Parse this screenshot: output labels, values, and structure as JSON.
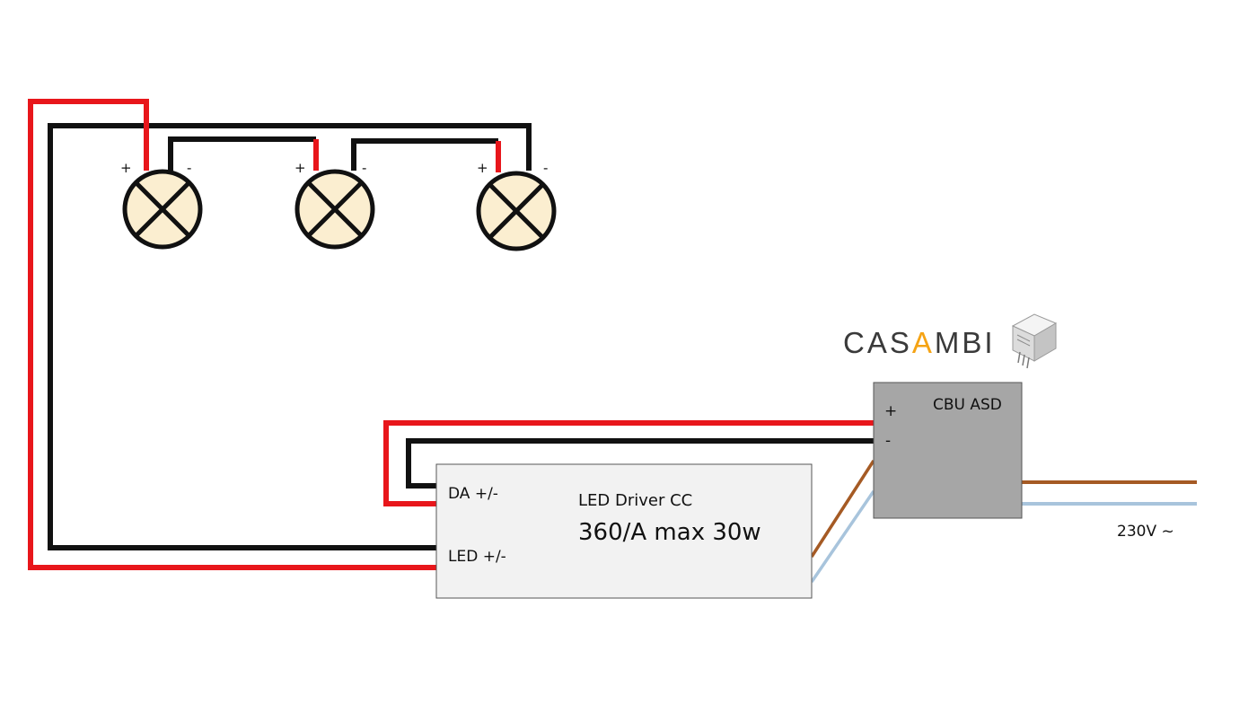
{
  "colors": {
    "positive_wire": "#e8161b",
    "negative_wire": "#111111",
    "mains_brown": "#a55a24",
    "mains_blue": "#a8c4dc",
    "lamp_fill": "#fbeed0",
    "driver_fill": "#f2f2f2",
    "cbu_fill": "#a6a6a6",
    "logo_text": "#3a3a3a",
    "logo_accent": "#f5a314"
  },
  "lamps": [
    {
      "plus": "+",
      "minus": "-"
    },
    {
      "plus": "+",
      "minus": "-"
    },
    {
      "plus": "+",
      "minus": "-"
    }
  ],
  "logo": {
    "prefix": "CAS",
    "accent_letter": "A",
    "suffix": "MBI"
  },
  "cbu": {
    "title": "CBU ASD",
    "plus": "+",
    "minus": "-"
  },
  "driver": {
    "da_label": "DA +/-",
    "led_label": "LED +/-",
    "title": "LED Driver CC",
    "spec": "360/A max 30w"
  },
  "mains": {
    "label": "230V ~"
  },
  "icons": {
    "lamp": "lamp-symbol-icon",
    "device": "casambi-module-icon"
  }
}
